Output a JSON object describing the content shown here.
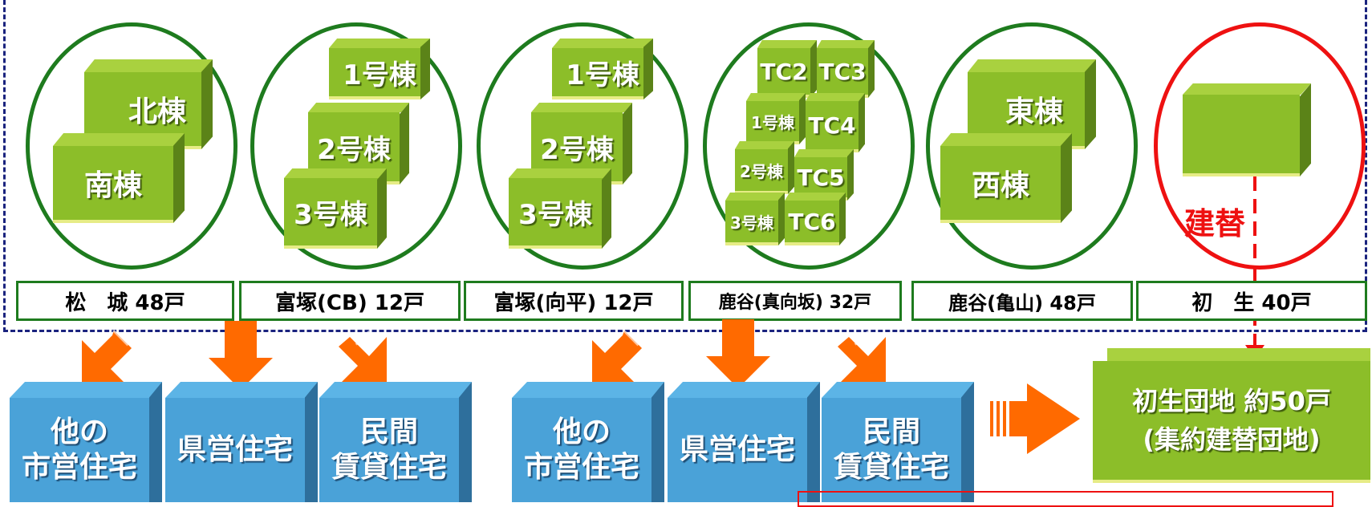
{
  "groups": [
    {
      "label": "松　城 48戸",
      "buildings": [
        "北棟",
        "南棟"
      ]
    },
    {
      "label": "富塚(CB) 12戸",
      "buildings": [
        "1号棟",
        "2号棟",
        "3号棟"
      ]
    },
    {
      "label": "富塚(向平) 12戸",
      "buildings": [
        "1号棟",
        "2号棟",
        "3号棟"
      ]
    },
    {
      "label": "鹿谷(真向坂) 32戸",
      "buildings": [
        "TC2",
        "TC3",
        "1号棟",
        "TC4",
        "2号棟",
        "TC5",
        "3号棟",
        "TC6"
      ]
    },
    {
      "label": "鹿谷(亀山) 48戸",
      "buildings": [
        "東棟",
        "西棟"
      ]
    },
    {
      "label": "初　生 40戸",
      "buildings": []
    }
  ],
  "rebuild_label": "建替",
  "destinations_left": [
    {
      "line1": "他の",
      "line2": "市営住宅"
    },
    {
      "line1": "県営住宅",
      "line2": ""
    },
    {
      "line1": "民間",
      "line2": "賃貸住宅"
    }
  ],
  "destinations_right": [
    {
      "line1": "他の",
      "line2": "市営住宅"
    },
    {
      "line1": "県営住宅",
      "line2": ""
    },
    {
      "line1": "民間",
      "line2": "賃貸住宅"
    }
  ],
  "target": {
    "line1": "初生団地 約50戸",
    "line2": "(集約建替団地)"
  },
  "colors": {
    "green_block": "#8cbe29",
    "blue_block": "#4aa2d8",
    "orange_arrow": "#ff6a00",
    "ellipse_green": "#1e7b1e",
    "ellipse_red": "#ee1111",
    "dashed_border": "#1a237e"
  }
}
